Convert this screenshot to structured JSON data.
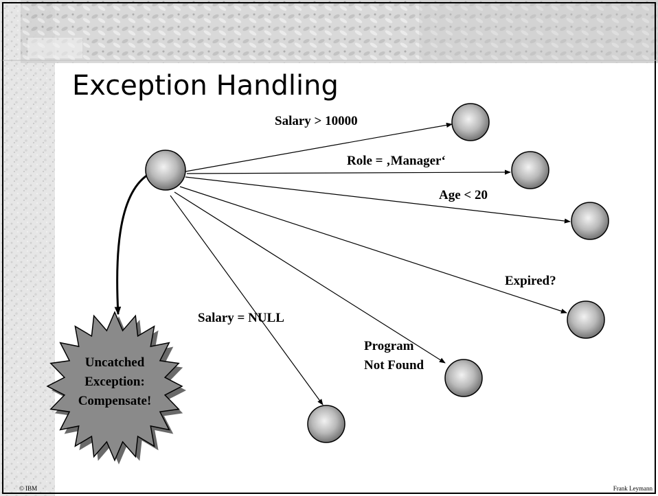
{
  "slide": {
    "title": "Exception Handling",
    "footer_left": "© IBM",
    "footer_right": "Frank Leymann"
  },
  "diagram": {
    "edges": [
      {
        "label": "Salary > 10000"
      },
      {
        "label": "Role = ‚Manager‘"
      },
      {
        "label": "Age < 20"
      },
      {
        "label": "Expired?"
      },
      {
        "label": "Program",
        "label_line2": "Not Found"
      },
      {
        "label": "Salary = NULL"
      }
    ],
    "exception_burst": {
      "line1": "Uncatched",
      "line2": "Exception:",
      "line3": "Compensate!"
    }
  },
  "colors": {
    "node_fill_center": "#eeeeee",
    "node_fill_edge": "#6e6e6e",
    "burst_fill": "#8a8a8a",
    "border": "#000000"
  }
}
